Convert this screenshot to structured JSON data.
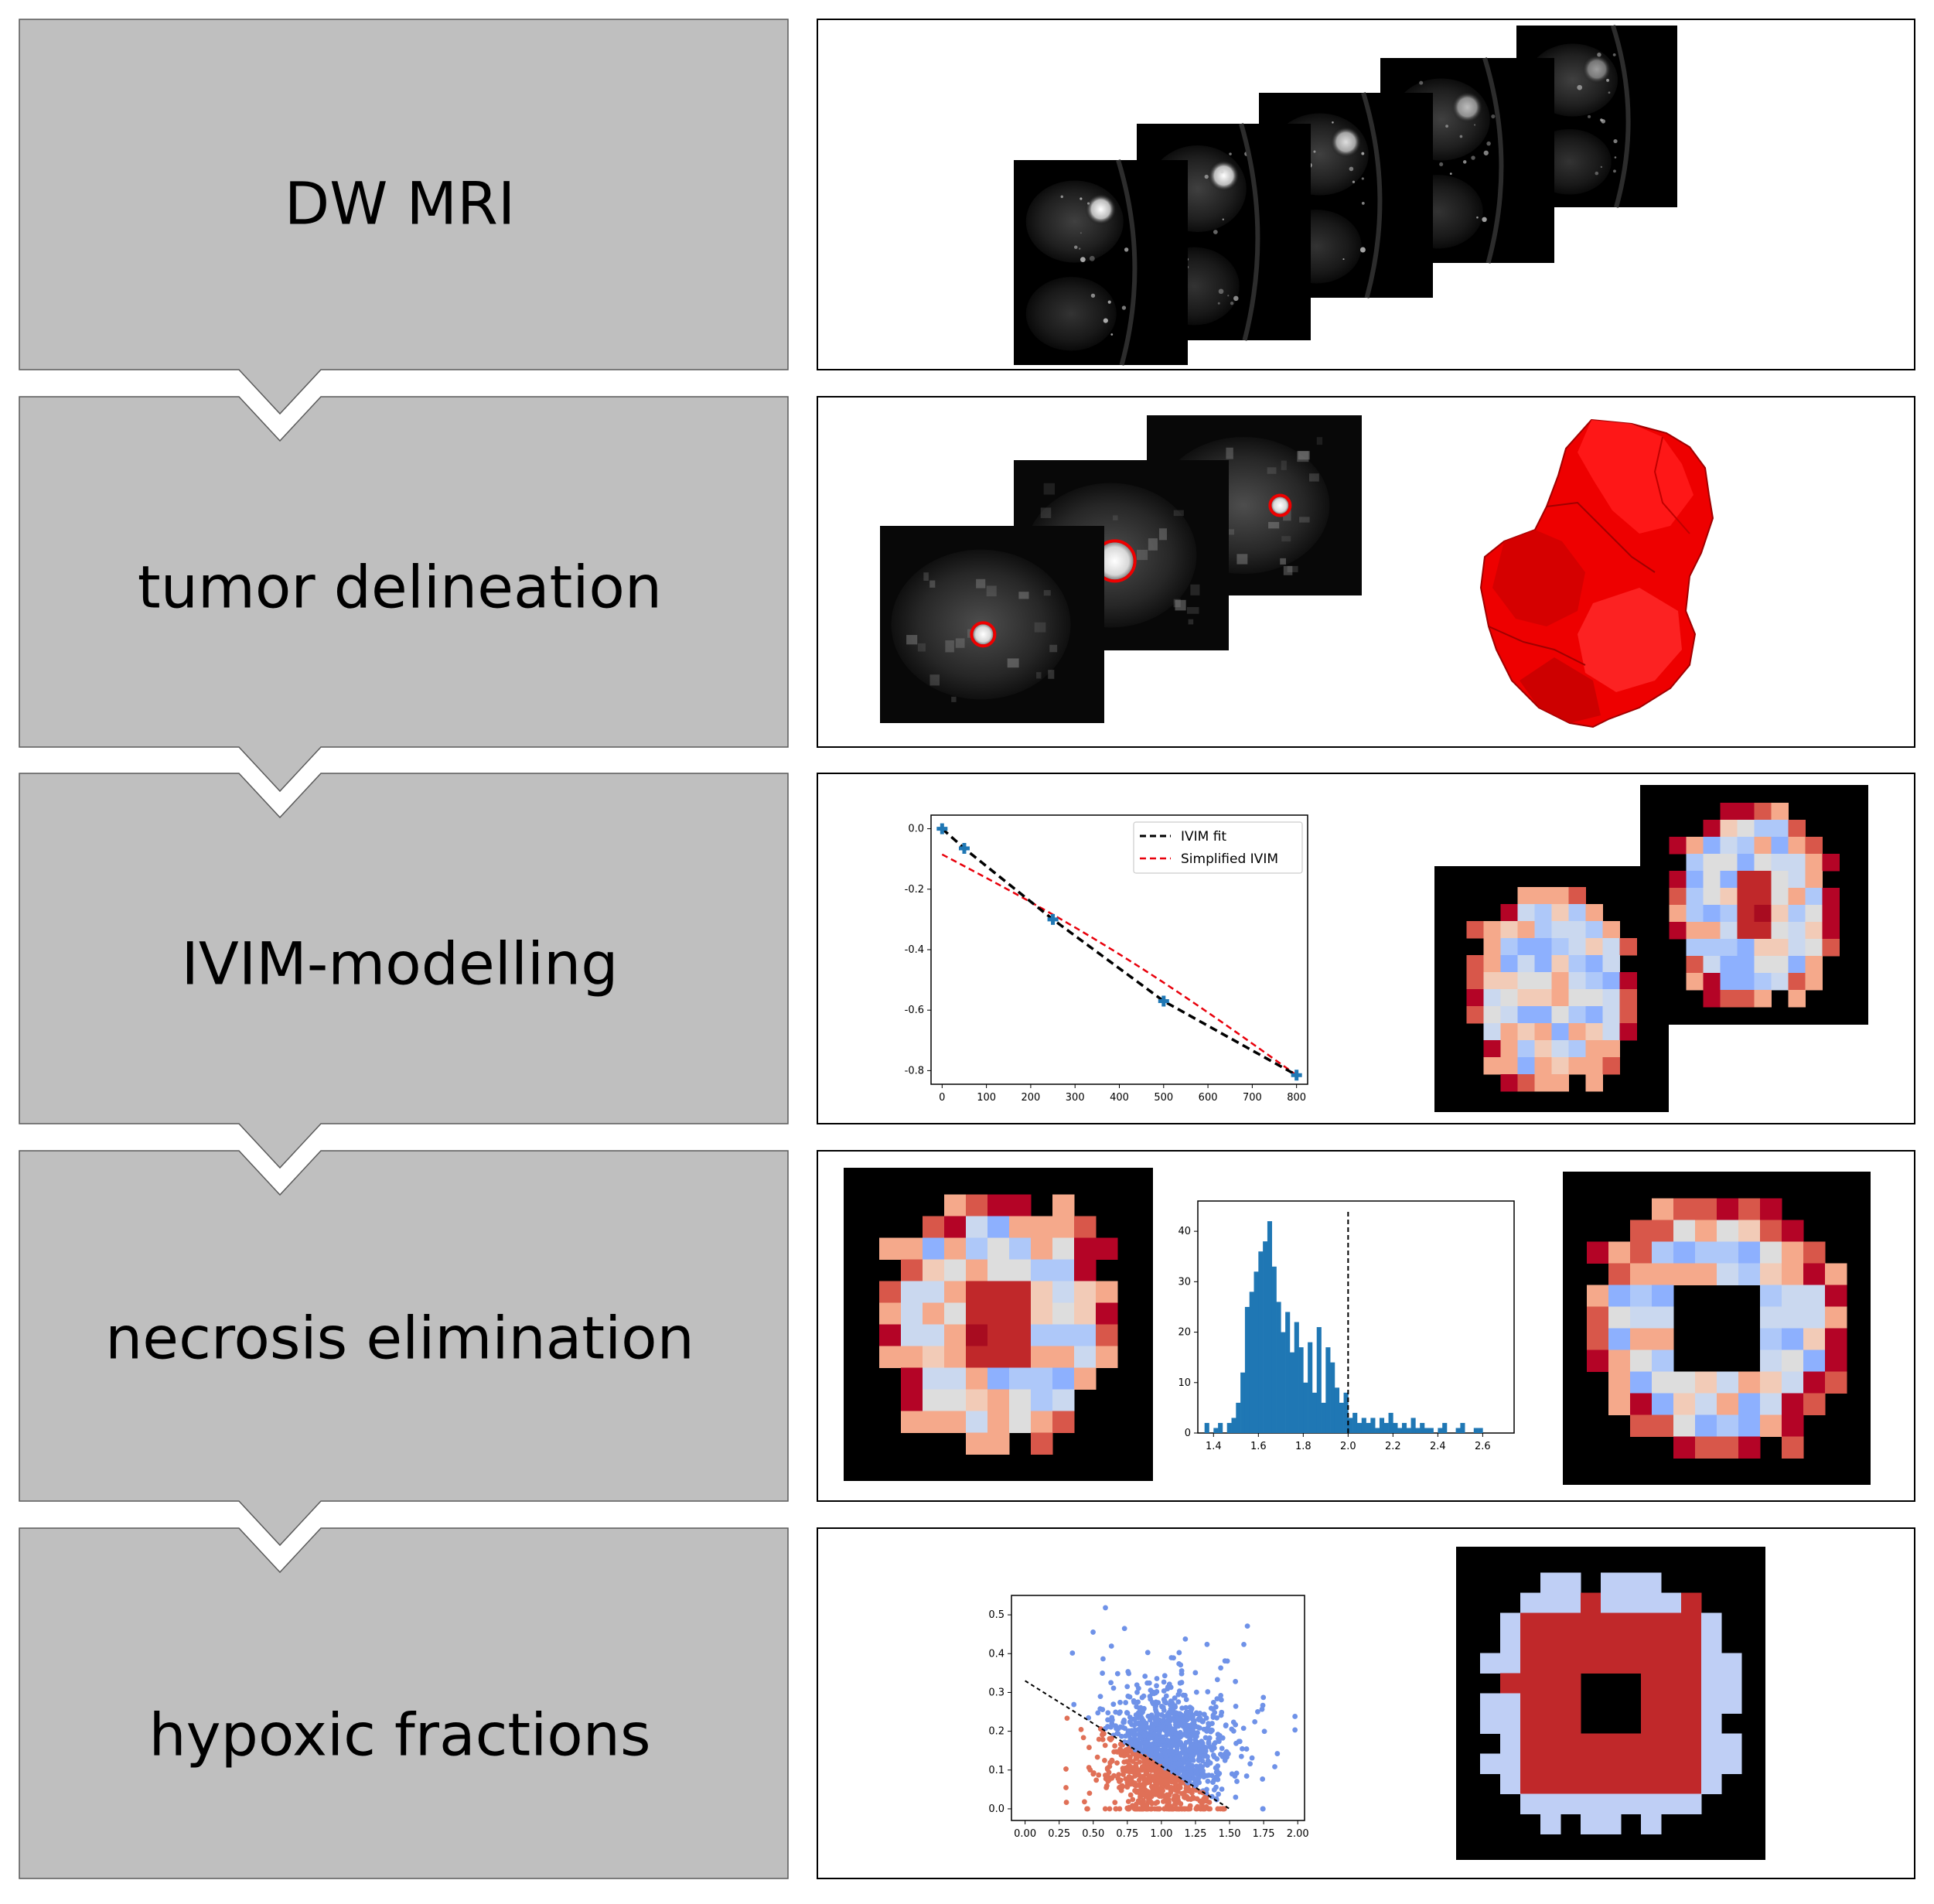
{
  "steps": [
    {
      "label": "DW MRI"
    },
    {
      "label": "tumor delineation"
    },
    {
      "label": "IVIM-modelling"
    },
    {
      "label": "necrosis elimination"
    },
    {
      "label": "hypoxic fractions"
    }
  ],
  "colors": {
    "step_fill": "#bfbfbf",
    "panel_border": "#000000",
    "tumor_red": "#ee0000",
    "hist_blue": "#1f77b4",
    "scatter_blue": "#6f92e8",
    "scatter_red": "#e07057",
    "map_red": "#c0282a",
    "map_light_blue": "#bfcff5"
  },
  "chart_data": [
    {
      "type": "line",
      "x": [
        0,
        50,
        250,
        500,
        800
      ],
      "points": [
        0.0,
        -0.065,
        -0.3,
        -0.57,
        -0.815
      ],
      "series": [
        {
          "name": "IVIM fit",
          "x": [
            0,
            50,
            250,
            500,
            800
          ],
          "values": [
            0.0,
            -0.065,
            -0.3,
            -0.57,
            -0.815
          ]
        },
        {
          "name": "Simplified IVIM",
          "x": [
            0,
            800
          ],
          "values": [
            -0.085,
            -0.815
          ]
        }
      ],
      "xlim": [
        -25,
        825
      ],
      "ylim": [
        -0.845,
        0.045
      ],
      "xticks": [
        0,
        100,
        200,
        300,
        400,
        500,
        600,
        700,
        800
      ],
      "yticks": [
        0.0,
        -0.2,
        -0.4,
        -0.6,
        -0.8
      ],
      "legend": "top-right"
    },
    {
      "type": "bar",
      "bins_start": 1.36,
      "bin_width": 0.02,
      "values": [
        2,
        0,
        1,
        2,
        0,
        2,
        3,
        6,
        12,
        25,
        28,
        32,
        36,
        38,
        42,
        33,
        26,
        20,
        24,
        16,
        22,
        17,
        10,
        18,
        8,
        21,
        6,
        17,
        14,
        9,
        6,
        8,
        3,
        4,
        2,
        3,
        2,
        3,
        1,
        3,
        2,
        4,
        2,
        1,
        2,
        1,
        3,
        1,
        2,
        1,
        1,
        0,
        1,
        2,
        0,
        0,
        1,
        2,
        0,
        0,
        1,
        1,
        0,
        0,
        0,
        0
      ],
      "threshold": 2.0,
      "xlim": [
        1.33,
        2.74
      ],
      "ylim": [
        0,
        46
      ],
      "xticks": [
        1.4,
        1.6,
        1.8,
        2.0,
        2.2,
        2.4,
        2.6
      ],
      "yticks": [
        0,
        10,
        20,
        30,
        40
      ]
    },
    {
      "type": "scatter",
      "series": [
        {
          "color": "#6f92e8",
          "region": "above boundary"
        },
        {
          "color": "#e07057",
          "region": "below boundary"
        }
      ],
      "boundary": {
        "x": [
          0.0,
          1.5
        ],
        "values": [
          0.33,
          0.0
        ]
      },
      "xlim": [
        -0.1,
        2.05
      ],
      "ylim": [
        -0.03,
        0.55
      ],
      "xticks": [
        0.0,
        0.25,
        0.5,
        0.75,
        1.0,
        1.25,
        1.5,
        1.75,
        2.0
      ],
      "yticks": [
        0.0,
        0.1,
        0.2,
        0.3,
        0.4,
        0.5
      ]
    }
  ]
}
